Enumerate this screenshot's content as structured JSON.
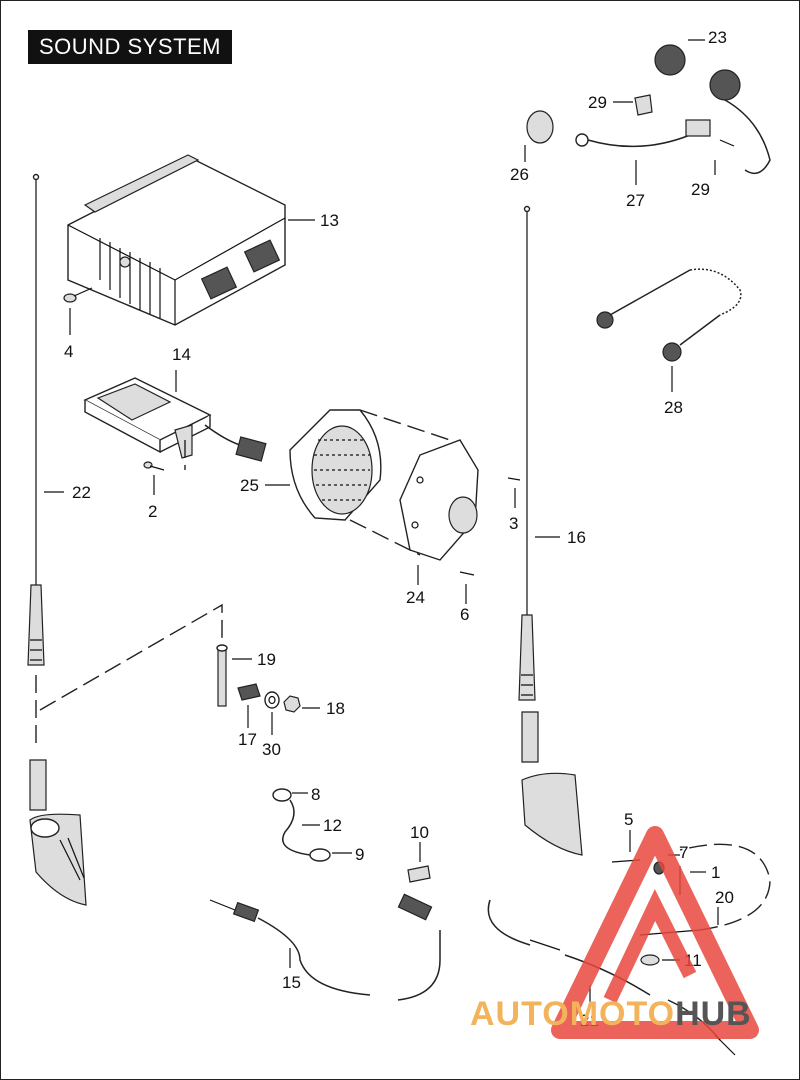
{
  "title": "SOUND SYSTEM",
  "callouts": [
    "1",
    "2",
    "3",
    "4",
    "5",
    "6",
    "7",
    "8",
    "9",
    "10",
    "11",
    "12",
    "13",
    "14",
    "15",
    "16",
    "17",
    "18",
    "19",
    "20",
    "21",
    "22",
    "23",
    "24",
    "25",
    "26",
    "27",
    "28",
    "29",
    "29",
    "30"
  ],
  "watermark": {
    "part1": "AUTOMOTO",
    "part2": "HUB"
  },
  "colors": {
    "watermark_red": "#e8483f",
    "watermark_orange": "#f3b35a",
    "watermark_gray": "#555555"
  }
}
